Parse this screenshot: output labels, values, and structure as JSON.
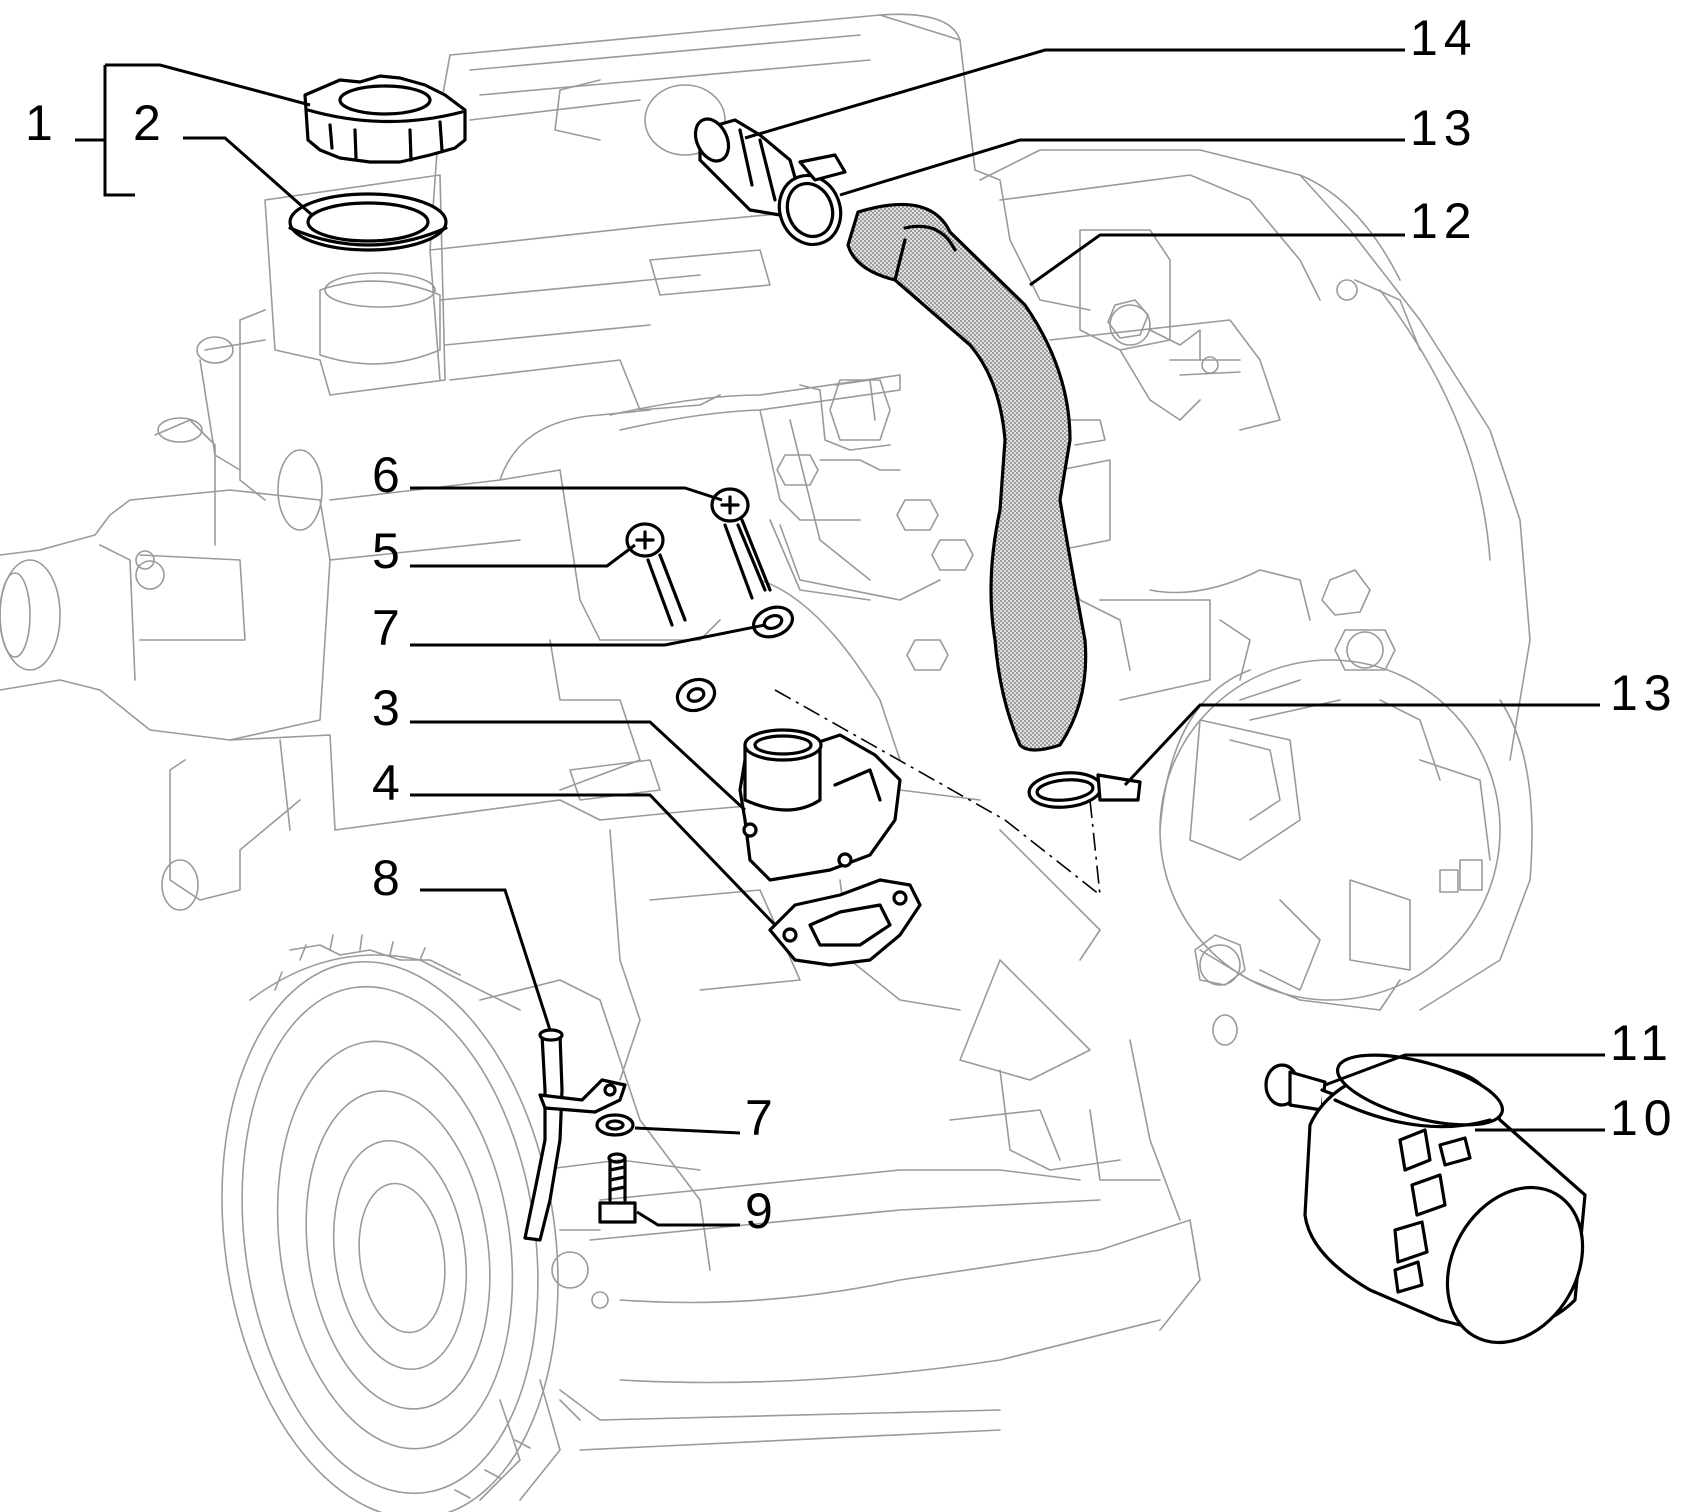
{
  "colors": {
    "background": "#ffffff",
    "line": "#000000",
    "ghost_line": "#9a9a9a",
    "hose_fill": "#bfbfbf"
  },
  "callouts": {
    "c1": "1",
    "c2": "2",
    "c3": "3",
    "c4": "4",
    "c5": "5",
    "c6": "6",
    "c7a": "7",
    "c7b": "7",
    "c8": "8",
    "c9": "9",
    "c10": "10",
    "c11": "11",
    "c12": "12",
    "c13a": "13",
    "c13b": "13",
    "c14": "14"
  }
}
